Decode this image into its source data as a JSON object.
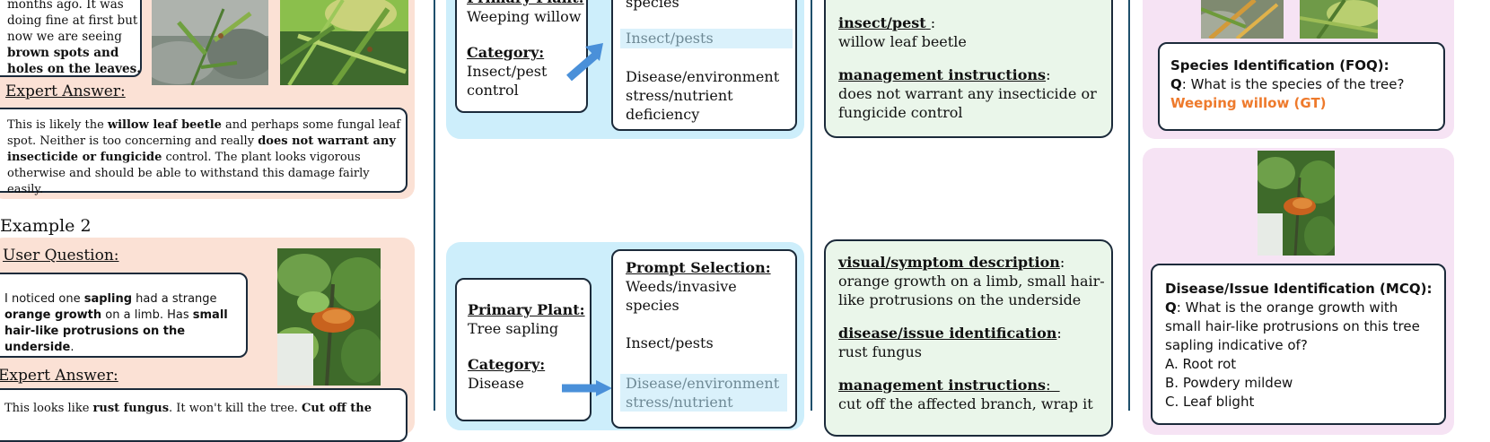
{
  "col1": {
    "ex1_question_tail": [
      "months ago. It was",
      "doing fine at first but",
      "now we are seeing"
    ],
    "ex1_question_bold": [
      "brown spots and",
      "holes on the leaves."
    ],
    "ex1_expert_label": "Expert Answer:",
    "ex1_answer": {
      "p1": "This is likely the ",
      "b1": "willow leaf beetle",
      "p2": " and perhaps some fungal leaf spot. Neither is too concerning and really ",
      "b2": "does not warrant any insecticide or fungicide",
      "p3": " control. The plant looks vigorous otherwise and should be able to withstand this damage fairly easily."
    },
    "ex2_title": "Example 2",
    "ex2_user_label": "User Question:",
    "ex2_question": {
      "p1": "I noticed one ",
      "b1": "sapling",
      "p2": " had a strange ",
      "b2": "orange growth",
      "p3": " on a limb. Has ",
      "b3": "small hair-like protrusions on the underside",
      "p4": "."
    },
    "ex2_expert_label": "Expert Answer:",
    "ex2_answer_partial": {
      "p1": "This looks like ",
      "b1": "rust fungus",
      "p2": ". It won't kill the tree. ",
      "b2": "Cut off the"
    }
  },
  "col2": {
    "top": {
      "plant_label": "Primary Plant:",
      "plant_value": "Weeping willow",
      "category_label": "Category:",
      "category_value": [
        "Insect/pest",
        "control"
      ],
      "prompt_first": "species",
      "prompt_items": [
        "Insect/pests",
        "Disease/environment stress/nutrient deficiency"
      ]
    },
    "bottom": {
      "plant_label": "Primary Plant:",
      "plant_value": "Tree sapling",
      "category_label": "Category:",
      "category_value": "Disease",
      "prompt_label": "Prompt Selection:",
      "prompt_items": [
        "Weeds/invasive species",
        "Insect/pests",
        "Disease/environment stress/nutrient"
      ]
    }
  },
  "col3": {
    "top": {
      "insect_label": "insect/pest",
      "insect_value": "willow leaf beetle",
      "mgmt_label": "management instructions",
      "mgmt_value": "does not warrant any insecticide or fungicide control"
    },
    "bottom": {
      "visual_label": "visual/symptom description",
      "visual_value": "orange growth on a limb, small hair-like protrusions on the underside",
      "disease_label": "disease/issue identification",
      "disease_value": "rust fungus",
      "mgmt_label": "management instructions",
      "mgmt_value": "cut off the affected branch, wrap it"
    }
  },
  "col4": {
    "foq_title": "Species Identification (FOQ):",
    "foq_q_label": "Q",
    "foq_q": ": What is the species of the tree?",
    "foq_answer": "Weeping willow (GT)",
    "mcq_title": "Disease/Issue Identification (MCQ):",
    "mcq_q_label": "Q",
    "mcq_q": ": What is the orange growth with small hair-like protrusions on this tree sapling indicative of?",
    "mcq_options": [
      "A. Root rot",
      "B. Powdery mildew",
      "C. Leaf blight"
    ]
  },
  "colors": {
    "peach": "#fbe1d5",
    "blue": "#cdeefb",
    "green": "#eaf6ea",
    "pink": "#f6e3f4",
    "arrow": "#4a90d9",
    "answer_orange": "#ee7a2c",
    "divider": "#1e4f6b"
  },
  "icons": [
    "arrow-right-icon"
  ]
}
